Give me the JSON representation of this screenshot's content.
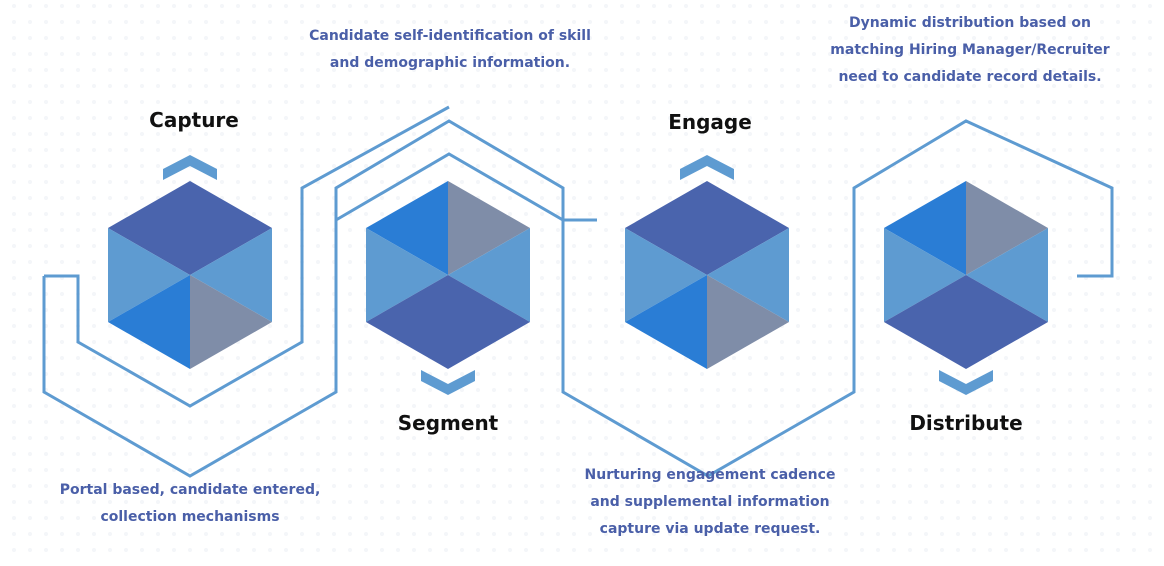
{
  "diagram": {
    "colors": {
      "path_stroke": "#5e9bd1",
      "cube_top": "#4a64ad",
      "cube_side": "#5e9bd1",
      "cube_blue": "#2a7dd5",
      "cube_gray": "#7f8da8",
      "arrow": "#5e9bd1",
      "description_text": "#4a5fa8",
      "title_text": "#111111"
    },
    "stages": [
      {
        "title": "Capture",
        "orientation": "top-view",
        "arrow_direction": "up",
        "description": [
          "Portal based, candidate entered,",
          "collection mechanisms"
        ]
      },
      {
        "title": "Segment",
        "orientation": "bottom-view",
        "arrow_direction": "down",
        "description": [
          "Candidate self-identification of skill",
          "and demographic information."
        ]
      },
      {
        "title": "Engage",
        "orientation": "top-view",
        "arrow_direction": "up",
        "description": [
          "Nurturing engagement cadence",
          "and supplemental information",
          "capture via update request."
        ]
      },
      {
        "title": "Distribute",
        "orientation": "bottom-view",
        "arrow_direction": "down",
        "description": [
          "Dynamic distribution based on",
          "matching Hiring Manager/Recruiter",
          "need to candidate record details."
        ]
      }
    ]
  }
}
